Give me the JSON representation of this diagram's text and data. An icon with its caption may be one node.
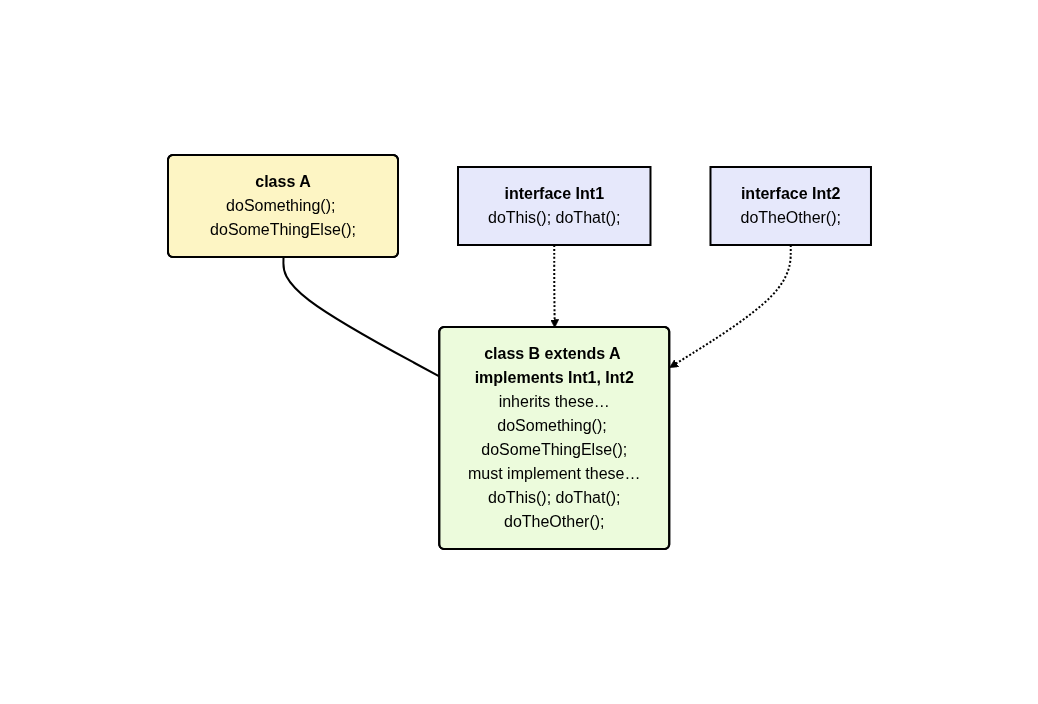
{
  "diagram": {
    "nodes": [
      {
        "text": [
          "class A",
          "doSomething(); doSomeThingElse();"
        ]
      },
      {
        "text": [
          "interface Int1",
          "doThis(); doThat();"
        ]
      },
      {
        "text": [
          "interface Int2",
          "doTheOther();"
        ]
      },
      {
        "text": [
          "class B extends A implements Int1, Int2",
          "inherits these…",
          "doSomething(); doSomeThingElse();",
          "must implement these…",
          "doThis(); doThat();",
          "doTheOther();"
        ]
      }
    ],
    "edges": [
      {
        "from": 0,
        "to": 3,
        "arrow": "none"
      },
      {
        "from": 1,
        "to": 3,
        "arrow": "to",
        "style": "dashed"
      },
      {
        "from": 2,
        "to": 3,
        "arrow": "to",
        "style": "dashed"
      }
    ]
  }
}
